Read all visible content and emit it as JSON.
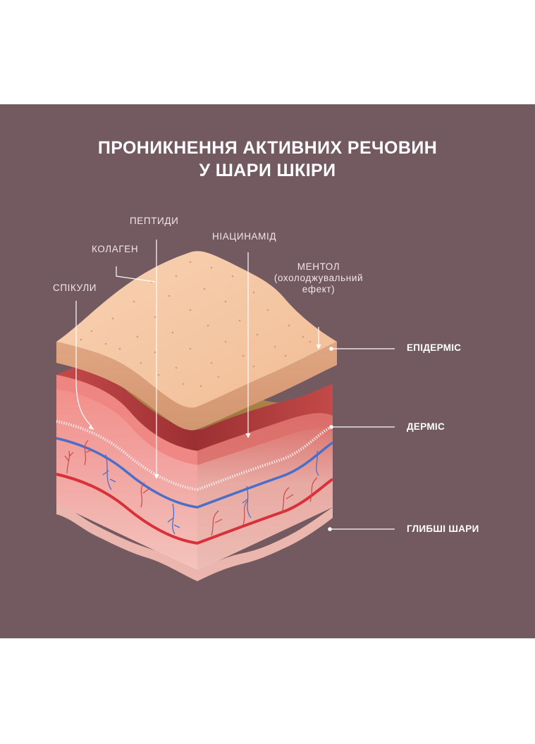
{
  "title": {
    "line1": "ПРОНИКНЕННЯ АКТИВНИХ РЕЧОВИН",
    "line2": "У ШАРИ ШКІРИ"
  },
  "ingredients": {
    "spikuly": "СПІКУЛИ",
    "kolagen": "КОЛАГЕН",
    "peptydy": "ПЕПТИДИ",
    "niatsynamid": "НІАЦИНАМІД",
    "mentol": {
      "name": "МЕНТОЛ",
      "note_line1": "(охолоджувальний",
      "note_line2": "ефект)"
    }
  },
  "layers": {
    "epidermis": "ЕПІДЕРМІС",
    "dermis": "ДЕРМІС",
    "deeper": "ГЛИБШІ ШАРИ"
  },
  "colors": {
    "background": "#735960",
    "epidermis": "#f4c6a2",
    "dermis": "#e87c78",
    "vein": "#4a6fc8",
    "artery": "#d8313a",
    "fat": "#f1e7b4"
  }
}
